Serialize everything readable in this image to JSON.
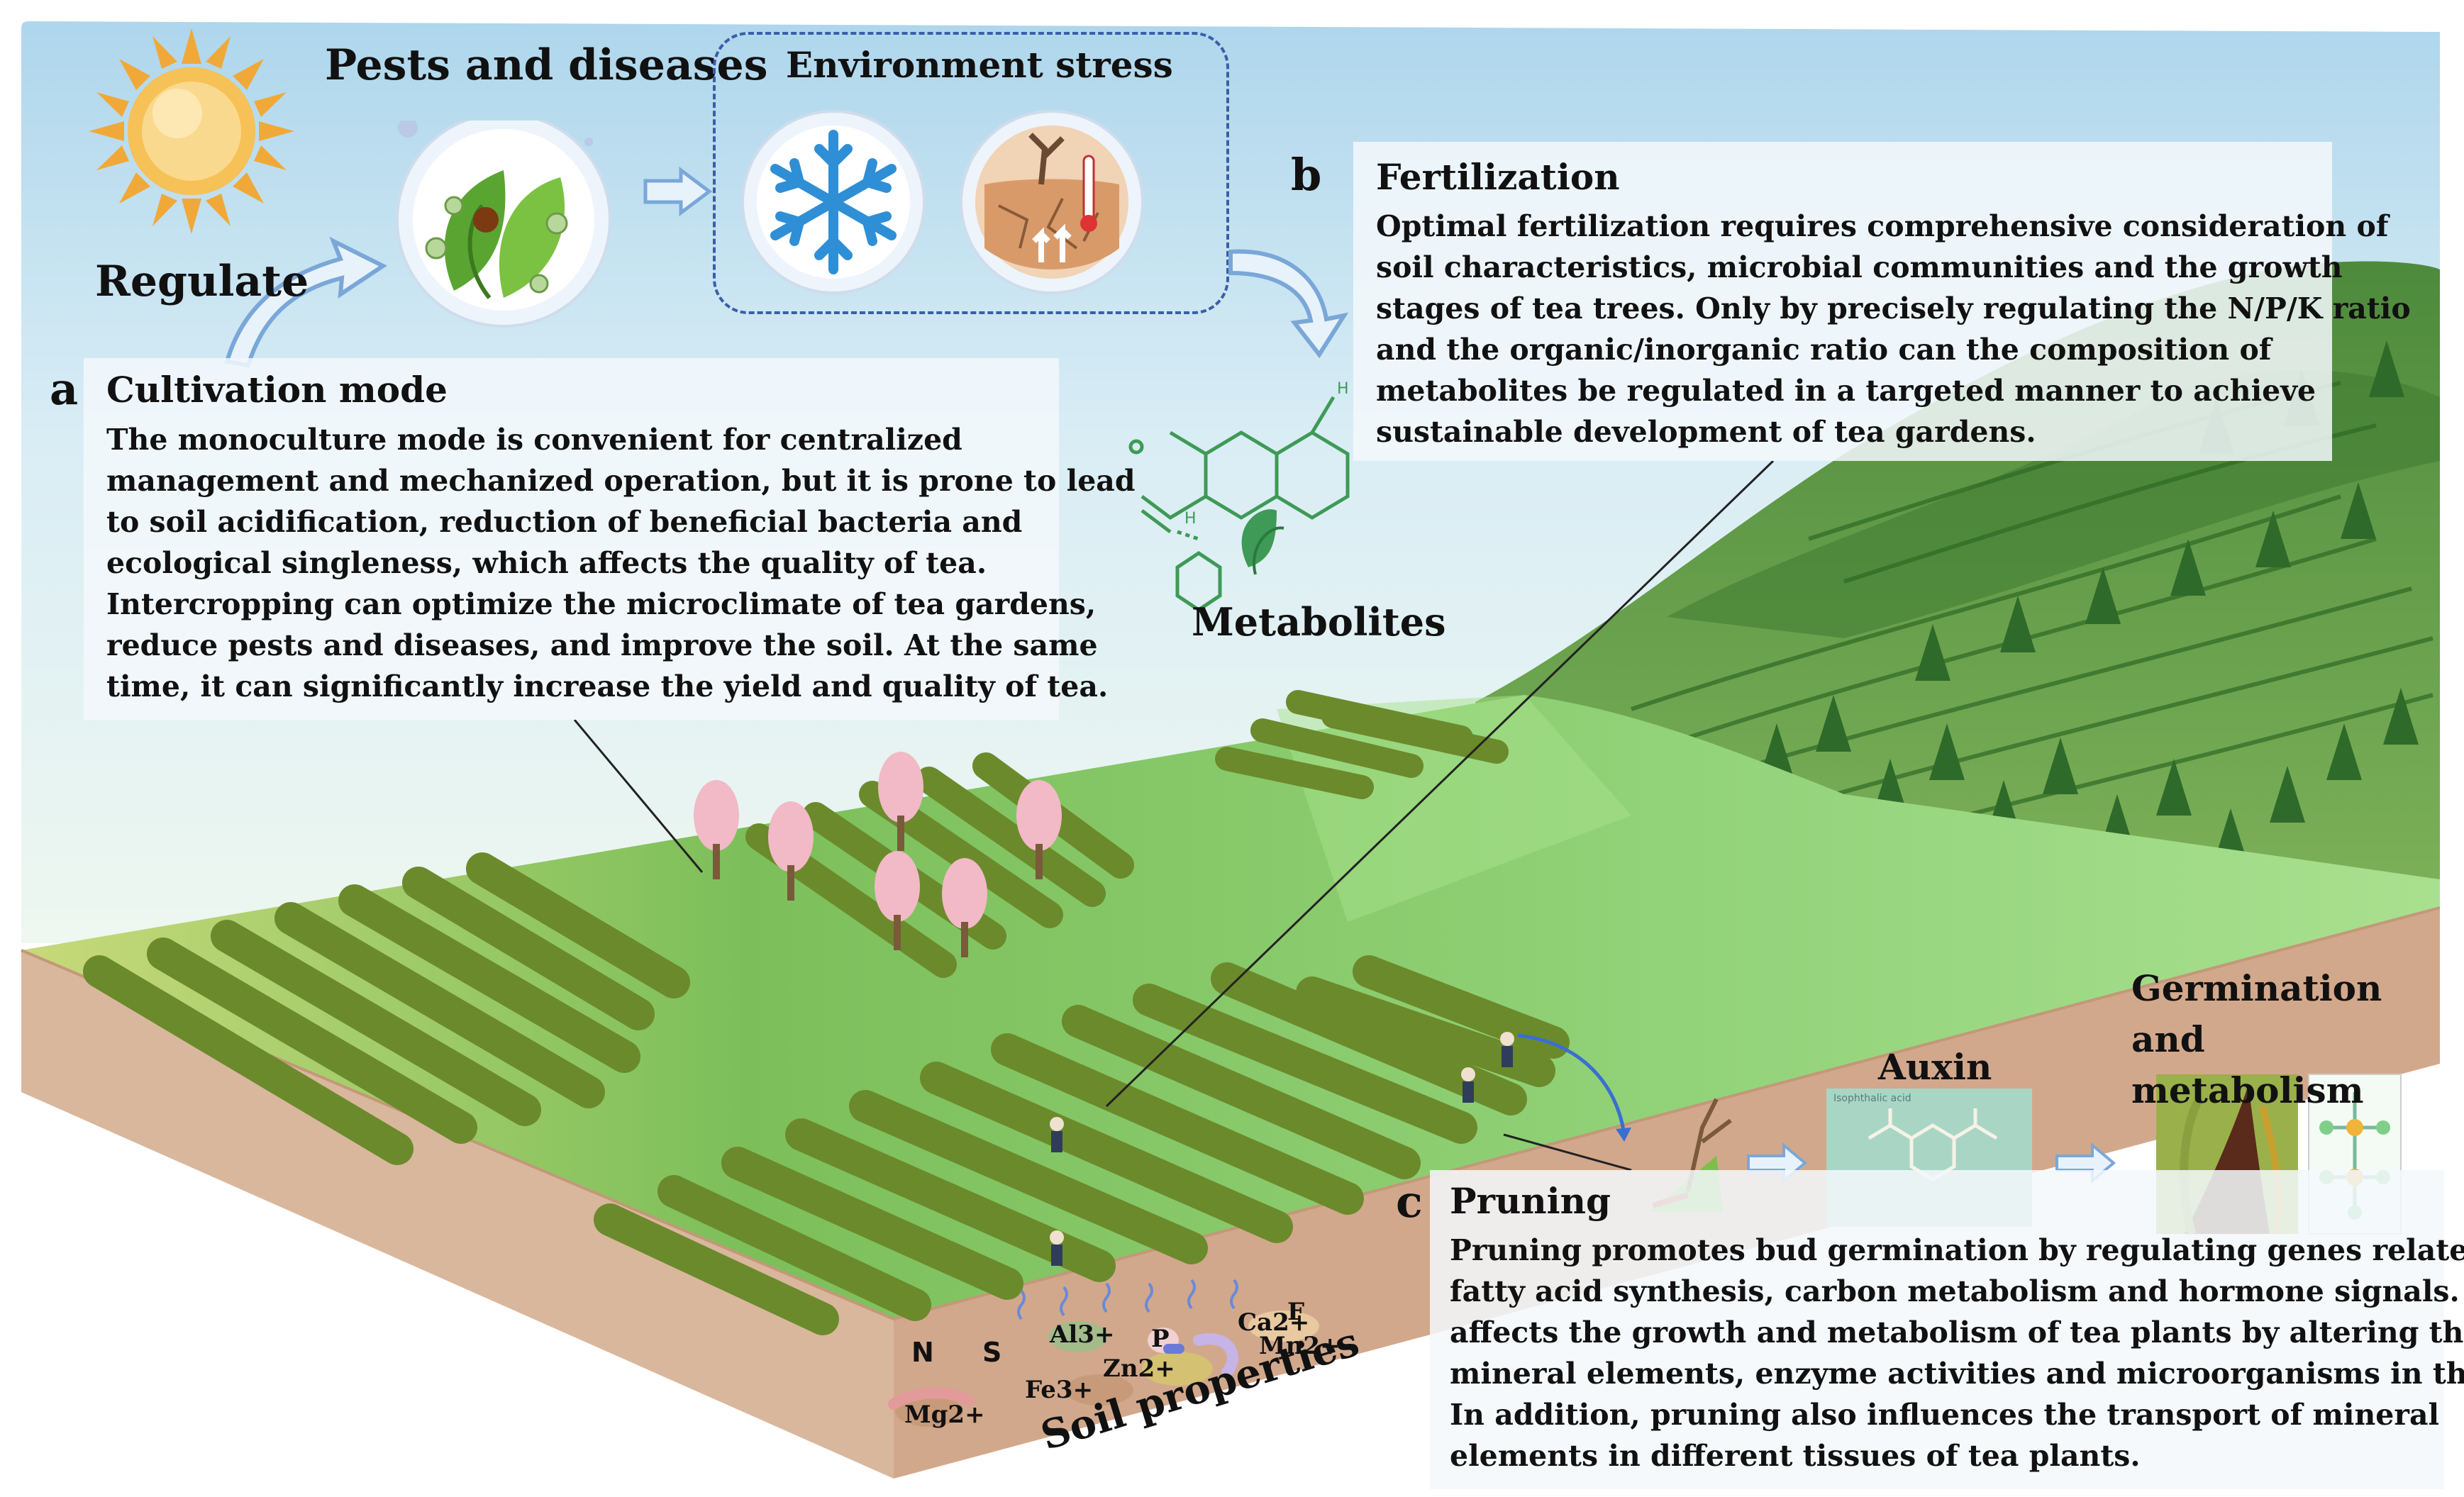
{
  "top": {
    "regulate": "Regulate",
    "pests_title": "Pests and diseases",
    "env_title": "Environment stress",
    "metabolites": "Metabolites"
  },
  "panel_a": {
    "letter": "a",
    "title": "Cultivation mode",
    "lines": [
      "The monoculture mode is convenient for centralized",
      "management and mechanized operation, but it is prone to lead",
      "to soil acidification, reduction of beneficial bacteria and",
      "ecological singleness, which affects the quality of tea.",
      "Intercropping can optimize the microclimate of tea gardens,",
      "reduce pests and diseases, and improve the soil. At the same",
      "time, it can significantly increase the yield and quality of tea."
    ]
  },
  "panel_b": {
    "letter": "b",
    "title": "Fertilization",
    "lines": [
      "Optimal fertilization requires comprehensive consideration of",
      "soil characteristics, microbial communities and the growth",
      "stages of tea trees. Only by precisely regulating the N/P/K ratio",
      "and the organic/inorganic ratio can the composition of",
      "metabolites be regulated in a targeted manner to achieve",
      "sustainable development of tea gardens."
    ]
  },
  "panel_c": {
    "letter": "c",
    "title": "Pruning",
    "lines": [
      "Pruning promotes bud germination by regulating genes related to",
      "fatty acid synthesis, carbon metabolism and hormone signals. It",
      "affects the growth and metabolism of tea plants by altering the",
      "mineral elements, enzyme activities and microorganisms in the soil.",
      "In addition, pruning also influences the transport of mineral",
      "elements in different tissues of tea plants."
    ]
  },
  "auxin": {
    "label": "Auxin",
    "card_text": "Isophthalic acid"
  },
  "germination": {
    "line1": "Germination and",
    "line2": "metabolism"
  },
  "soil": {
    "label": "Soil properties",
    "elements": [
      "N",
      "S",
      "Al3+",
      "P",
      "Ca2+",
      "F",
      "Mn2+",
      "Mg2+",
      "Fe3+",
      "Zn2+"
    ]
  },
  "colors": {
    "sky_top": "#b8dcef",
    "grass": "#8ccc6a",
    "soil": "#d7b49a",
    "tea_bush": "#6b8a2c",
    "arrow": "#8ab8e6",
    "sun": "#f3b546"
  },
  "icons": [
    "sun-icon",
    "leaf-pest-icon",
    "snowflake-icon",
    "drought-icon",
    "molecule-icon",
    "tea-leaf-icon",
    "farmer-icon",
    "cherry-tree-icon"
  ]
}
